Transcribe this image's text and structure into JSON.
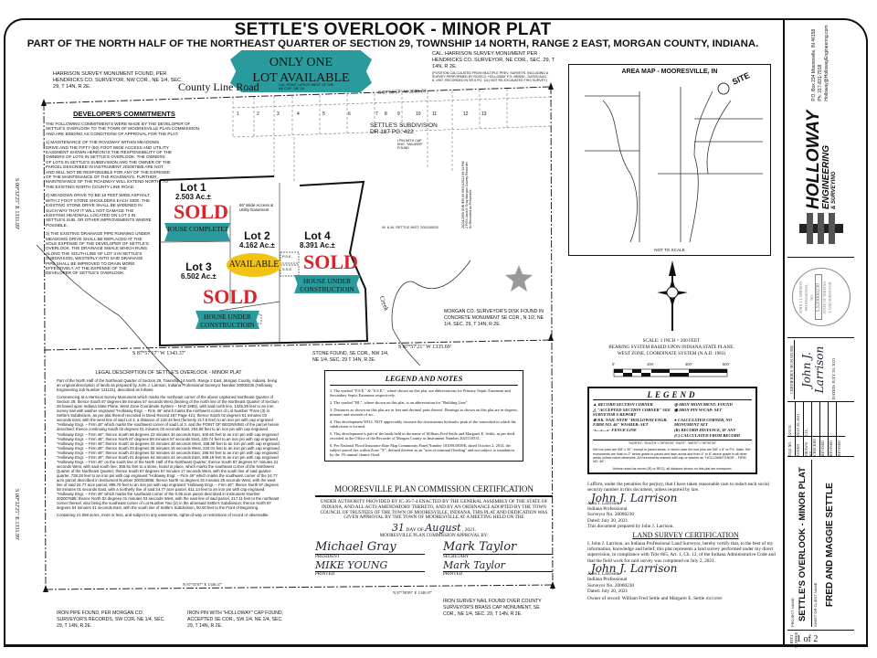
{
  "title": "SETTLE'S OVERLOOK - MINOR PLAT",
  "subtitle": "PART OF THE NORTH HALF OF THE NORTHEAST QUARTER OF SECTION 29, TOWNSHIP 14 NORTH, RANGE 2 EAST, MORGAN COUNTY, INDIANA.",
  "banner": {
    "line1": "ONLY ONE",
    "line2": "LOT AVAILABLE",
    "color": "#2a9b9c"
  },
  "monuments": {
    "nw": "HARRISON SURVEY MONUMENT FOUND, PER HENDRICKS CO. SURVEYOR, NW COR., NE 1/4, SEC. 29, T 14N, R 2E.",
    "ne": "CAL. HARRISON SURVEY MONUMENT PER HENDRICKS CO. SURVEYOR, NE COR., SEC. 29, T 14N, R 2E.",
    "ne_note": "(POSITION CALCULATED FROM MULTIPLE PREV. SURVEYS, INCLUDING A SURVEY PERFORMED BY ROSS D. HOLLOWAY P.S. #80530 - DATED AUG. 8, 1997, RECORDED IN SR 8 PG. 111) NOT RE-EXCAVATED THIS SURVEY)",
    "cal_point": "CAL. POINT 1475.29' WEST OF THE NE COR., NE 1/4",
    "morgan_disk": "MORGAN CO. SURVEYOR'S DISK FOUND IN CONCRETE MONUMENT SE COR., N 1/2, NE 1/4, SEC. 29, T 14N, R 2E.",
    "stone": "STONE FOUND, SE COR., NW 1/4, NE 1/4, SEC. 29 T 14N, R 2E.",
    "iron_pipe": "IRON PIPE FOUND, PER MORGAN CO. SURVEYOR'S RECORDS, SW COR. NE 1/4, SEC. 29, T 14N, R 2E.",
    "iron_pin": "IRON PIN WITH \"HOLLOWAY\" CAP FOUND, ACCEPTED SE COR., SW 1/4, NE 1/4, SEC. 29, T 14N, R 2E.",
    "iron_nail": "IRON SURVEY NAIL FOUND OVER COUNTY SURVEYOR'S BRASS CAP MONUMENT, SE COR., NE 1/4, SEC. 29, T 14N, R 2E.",
    "pin_found": "I PIN WITH CAP ENG. \"MAURER\" FOUND"
  },
  "bearings": {
    "north": "S 87°58'57\" W  2680.28'",
    "west_upper": "S 00°32'25\" E  1331.99'",
    "west_lower": "S 00°32'25\" E  1331.99'",
    "mid_west": "S 87°57'17\" W  1343.37'",
    "mid_east": "S 87°57'21\" W  1335.69'",
    "south_west": "N 87°55'07\" E  1340.47'",
    "south_east": "N 87°58'09\" E  1340.97'"
  },
  "road": "County Line Road",
  "creek": "Creek",
  "developer_commitments": {
    "heading": "DEVELOPER'S COMMITMENTS",
    "paragraphs": [
      "THE FOLLOWING COMMITMENTS WERE MADE BY THE DEVELOPER OF SETTLE'S OVERLOOK TO THE TOWN OF MOORESVILLE PLAN COMMISSION, AND ARE BINDING AS CONDITIONS OF APPROVAL FOR THE PLAT.",
      "1) MAINTENANCE OF THE ROADWAY WITHIN MEADOWS DRIVE AND THE FIFTY (50) FOOT WIDE ACCESS AND UTILITY EASEMENT SHOWN HEREON IS THE RESPONSIBILITY OF THE OWNERS OF LOTS IN SETTLE'S OVERLOOK. THE OWNERS OF LOTS IN SETTLE'S SUBDIVISION AND THE OWNER OF THE PARCEL DESCRIBED IN INSTRUMENT 202007685 ARE NOT, AND WILL NOT BE RESPONSIBLE FOR ANY OF THE EXPENSE OF THE MAINTENANCE OF THE ROADWAYS. FURTHER, MAINTENANCE OF THE ROADWAY WILL EXTEND NORTH, TO THE EXISTING NORTH COUNTY LINE ROAD.",
      "2) MEADOWS DRIVE TO BE 16 FEET WIDE ASPHALT, WITH 2 FOOT STONE SHOULDERS EACH SIDE. THE EXISTING STONE DRIVE SHALL BE WIDENED IN SUCH WAY THAT IT WILL NOT DAMAGE THE EXISTING HEADWALL LOCATED ON LOT 3 IN SETTLE'S SUB. OR OTHER IMPROVEMENTS WHERE POSSIBLE.",
      "3) THE EXISTING DRAINAGE PIPE RUNNING UNDER MEADOWS DRIVE SHALL BE REPLACED AT THE SOLE EXPENSE OF THE DEVELOPER OF SETTLE'S OVERLOOK. THE DRAINAGE SWALE WHICH RUNS ALONG THE SOUTH LINE OF LOT 3 IN SETTLE'S SUBDIVISION, WESTERLY INTO SAID DRAINAGE PIPE SHALL BE IMPROVED TO DRAIN MORE EFFECTIVELY, AT THE EXPENSE OF THE DEVELOPER OF SETTLE'S OVERLOOK."
    ]
  },
  "lots": [
    {
      "name": "Lot 1",
      "area": "2.503 Ac.±",
      "status": "SOLD",
      "banner": "HOUSE COMPLETED"
    },
    {
      "name": "Lot 2",
      "area": "4.162 Ac.±",
      "status": "AVAILABLE"
    },
    {
      "name": "Lot 3",
      "area": "6.502 Ac.±",
      "status": "SOLD",
      "banner": "HOUSE UNDER CONSTRUCTIOIN"
    },
    {
      "name": "Lot 4",
      "area": "8.391 Ac.±",
      "status": "SOLD",
      "banner": "HOUSE UNDER CONSTRUCTIOIN"
    }
  ],
  "easement": "50' Wide Access & Utility Easement",
  "pse": "P.S.E.",
  "sse": "S.S.E.",
  "subdivision": {
    "label": "SETTLE'S SUBDIVISION",
    "ref": "DR 187 PG. 422",
    "lots": [
      "1",
      "2",
      "3",
      "4",
      "5",
      "6",
      "7",
      "8",
      "9",
      "10",
      "11",
      "12",
      "13"
    ]
  },
  "settle_parcel": "W. & M. SETTLE INST. 202110532",
  "recorder_stamp": "202112569 SUB $55.00 09/01/2021 09:14 PM 2 PGS Jana K Gray Morgan County Recorder IN Recorded as Presented",
  "area_map": {
    "title": "AREA MAP - MOORESVILLE, IN",
    "site": "SITE",
    "note": "NOT TO SCALE"
  },
  "scale": {
    "line1": "SCALE: 1 INCH = 200 FEET",
    "line2": "BEARING SYSTEM BASED UPON INDIANA STATE PLANE,",
    "line3": "WEST ZONE, COORDINATE SYSTEM (N.A.D. 1983)",
    "ticks": [
      "0'",
      "200'",
      "400'",
      "600'"
    ]
  },
  "legend_notes": {
    "heading": "LEGEND AND NOTES",
    "items": [
      "1. The symbol \"P.S.E.\" & \"S.S.E.\", where shown on this plat, are abbreviations for Primary Septic Easement and Secondary Septic Easement respectively.",
      "2. The symbol \"BL\", where shown on this plat, is an abbreviation for \"Building Line\".",
      "3. Distances as shown on this plat are in feet and decimal parts thereof. Bearings as shown on this plat are in degrees, minutes and seconds of arc.",
      "4. This development WILL NOT appreciably increase the downstream hydraulic peak of the watershed in which the subdivision is located.",
      "5. This development is part of the lands held in the name of William Fred Settle and Margaret E. Settle, as per deed recorded in the Office of the Recorder of Morgan County as Instrument Number 2021110531.",
      "6. Per National Flood Insurance Rate Map Community Panel Number 18109C0039E, dated October 2, 2014, the subject parcel lies within Zone \"X\", defined thereon as an \"area of minimal flooding\" and not subject to inundation by the 1% annual chance flood."
    ]
  },
  "plan_commission": {
    "heading": "MOORESVILLE PLAN COMMISSION CERTIFICATION",
    "text": "UNDER AUTHORITY PROVIDED BY IC-36-7-4 ENACTED BY THE GENERAL ASSEMBLY OF THE STATE OF INDIANA, AND ALL ACTS AMENDATORY THERETO, AND BY AN ORDINANCE ADOPTED BY THE TOWN COUNCIL OF TRUSTEES OF THE TOWN OF MOORESVILLE, INDIANA, THIS PLAT AND DEDICATION WAS GIVEN APPROVAL BY THE TOWN OF MOORESVILLE AT A MEETING HELD ON THE",
    "day": "31",
    "day_of": "DAY OF",
    "month": "August",
    "year": ", 2021.",
    "approval": "MOORESVILLE PLAN COMMISSION APPROVAL BY:",
    "president_sig": "Michael Gray",
    "president_label": "PRESIDENT",
    "president_printed": "MIKE YOUNG",
    "secretary_sig": "Mark Taylor",
    "secretary_label": "SECRETARY",
    "secretary_printed": "Mark Taylor",
    "printed_label": "PRINTED"
  },
  "legal_description": {
    "heading": "LEGAL DESCRIPTION OF SETTLE'S OVERLOOK - MINOR PLAT",
    "paragraphs": [
      "Part of the North Half of the Northeast Quarter of Section 29, Township 14 North, Range 2 East, Morgan County, Indiana, being an original description of lands as prepared by John J. Larrison, Indiana Professional Surveyor Number 20000230 (Holloway Engineering Job Number 121131), described as follows:",
      "Commencing at a Harrison Survey Monument which marks the northeast corner of the above captioned Northeast Quarter of Section 29; thence South 87 degrees 58 minutes 57 seconds West (bearing of the north line of the Northeast Quarter of Section 29 based upon Indiana State Plane, West Zone Coordinate System – NAD 1983), with said north line, 1425.29 feet to an iron survey nail with washer engraved \"Holloway Engr. – Firm 46\" which marks the northwest corner of Lot Number Three (3) in Settle's Subdivision, as per plat thereof recorded in Deed Record 187 Page 421; thence South 02 degrees 01 minutes 03 seconds East, with the west line of said Lot 3, a distance of 218.43 feet (formerly 217.8 feet) to an iron pin with cap engraved \"Holloway Engr. – Firm 46\" which marks the southwest corner of said Lot 3, and the POINT OF BEGINNING of the parcel herein described; thence continuing South 02 degrees 01 minutes 03 seconds East, 204.08 feet to an iron pin with cap engraved \"Holloway Engr. – Firm 46\"; thence South 56 degrees 23 minutes 34 seconds East, 100.60 feet to an iron pin with cap engraved \"Holloway Engr. – Firm 46\"; thence North 87 degrees 58 minutes 57 seconds East, 333.74 feet to an iron pin with cap engraved \"Holloway Engr. – Firm 46\"; thence South 16 degrees 03 minutes 48 seconds West, 168.98 feet to an iron pin with cap engraved \"Holloway Engr. – Firm 46\"; thence South 03 degrees 36 minutes 15 seconds West, 220.01 feet to an iron pin with cap engraved \"Holloway Engr. – Firm 46\"; thence South 23 degrees 52 minutes 44 seconds East, 195.94 feet to an iron pin with cap engraved \"Holloway Engr. – Firm 46\"; thence South 01 degrees 54 minutes 44 seconds East, 288.19 feet to an iron pin with cap engraved \"Holloway Engr. – Firm 46\" on the south line of the North Half of the Northeast Quarter; thence South 87 degrees 57 minutes 21 seconds West, with said south line, 359.91 feet to a stone, found in place, which marks the southeast corner of the Northwest Quarter of the Northeast Quarter; thence South 87 degrees 57 minutes 17 seconds West, with the south line of said quarter-quarter, 738.28 feet to an iron pin with cap engraved \"Holloway Engr. – Firm 46\" which marks the southwest corner of the 24.77 acre parcel described in Instrument Number 200323885; thence North no degrees 32 minutes 25 seconds West, with the west line of said 24.77 acre parcel, 895.79 feet to an iron pin with cap engraved \"Holloway Engr. – Firm 46\"; thence North 87 degrees 58 minutes 01 seconds East, with a northerly line of said 24.77 acre parcel, 611.14 feet to an iron pin with cap engraved \"Holloway Engr. – Firm 46\" which marks the southeast corner of the 0.95 acre parcel described in Instrument Number 202007685; thence North 02 degrees 01 minutes 03 seconds West, with the east line of said parcel, 217.11 feet to the northeast corner thereof, also being the southeast corner of Lot Number Two (2) in the aforesaid Settle's Subdivision; thence North 87 degrees 54 minutes 31 seconds East, with the south line of Settle's Subdivision, 50.00 feet to the Point of Beginning.",
      "Containing 21.658 acres, more or less, and subject to any easements, rights-of-way or restrictions of record or observable."
    ]
  },
  "legend": {
    "heading": "LEGEND",
    "items": [
      "RECORD SECTION CORNER",
      "IRON MONUMENT: FOUND",
      "\"ACCEPTED SECTION CORNER\" SEE SURVEYOR'S REPORT",
      "IRON PIN W/CAP: SET",
      "P.K. NAIL WITH \"HOLLOWAY ENGR. FIRM NO. 46\" WASHER: SET",
      "CALCULATED CORNER, NO MONUMENT SET",
      "FENCE LINE",
      "(R) RECORD DISTANCE, IF ANY",
      "",
      "(C) CALCULATED FROM RECORD"
    ],
    "directions": "\"NORTH\"-\"SOUTH\"=\"00°00'00\"     \"EAST\"-\"WEST\"=\"90°00'00\"",
    "fine": "Set iron pins are 5/8\" x 30\", except in paved areas, in which case the iron pins are 5/8\" x 8\" or P.K. Nails. Set monuments are flush to 2\" below grade in paved and lawn areas and from 4\" to 6\" above grade in all other areas unless noted otherwise. All monuments marked with cap or washer as \"HOLLOWAY ENGR. - FIRM NO. 46\".",
    "measured": "Unless noted as record (R) or REC), all distance shown on this plat are measured."
  },
  "affirmation": {
    "text": "I affirm, under the penalties for perjury, that I have taken reasonable care to redact each social security number in this document, unless required by law.",
    "signature": "John J. Larrison",
    "name": "John J. Larrison",
    "title": "Indiana Professional",
    "number": "Surveyor No. 20000230",
    "dated": "Dated:  July 20, 2021",
    "prepared": "This document prepared by John J. Larrison."
  },
  "certification": {
    "heading": "LAND SURVEY CERTIFICATION",
    "text": "I, John J. Larrison, an Indiana Professional Land Surveyor, hereby certify that, to the best of my information, knowledge and belief, this plat represents a land survey performed under my direct supervision, in compliance with Title 865, Art. 1, Ch. 12, of the Indiana Administrative Code and that the field work for said survey was completed on July 2, 2021.",
    "owner": "Owner of record: William Fred Settle and Margaret E. Settle",
    "recorder_no": "202112569"
  },
  "title_block": {
    "company": "HOLLOWAY",
    "company2": "ENGINEERING",
    "company3": "& SURVEYING",
    "address": "P.O. Box 234 Mooresville, IN  46158",
    "phone": "Ph: 317-831-7918",
    "email": "Holloway@HollowayEngineering.com",
    "seal": {
      "top": "JOHN J. LARRISON",
      "mid": "PROFESSIONAL",
      "no": "NO.",
      "number": "LS20000230",
      "state": "STATE OF INDIANA",
      "bottom": "LAND SURVEYOR"
    },
    "certifier_label": "CERTIFIER'S SIGNATURE",
    "certifier_dated": "DATED: JULY 20, 2021",
    "rows": [
      [
        "FILE NO.",
        "121131"
      ],
      [
        "DATED",
        "JULY 20, 2021"
      ],
      [
        "DRAWN BY",
        "J.J.L."
      ],
      [
        "CHECKED",
        ""
      ],
      [
        "REVISED",
        ""
      ],
      [
        "REVISED",
        ""
      ],
      [
        "REVISED",
        ""
      ]
    ],
    "project_label": "PROJECT NAME:",
    "project": "SETTLE'S OVERLOOK - MINOR PLAT",
    "client_label": "SHEET OR CLIENT NAME:",
    "client": "FRED AND MAGGIE SETTLE",
    "sheet_label": "SHEET NUMBER",
    "sheet": "1 of 2"
  }
}
